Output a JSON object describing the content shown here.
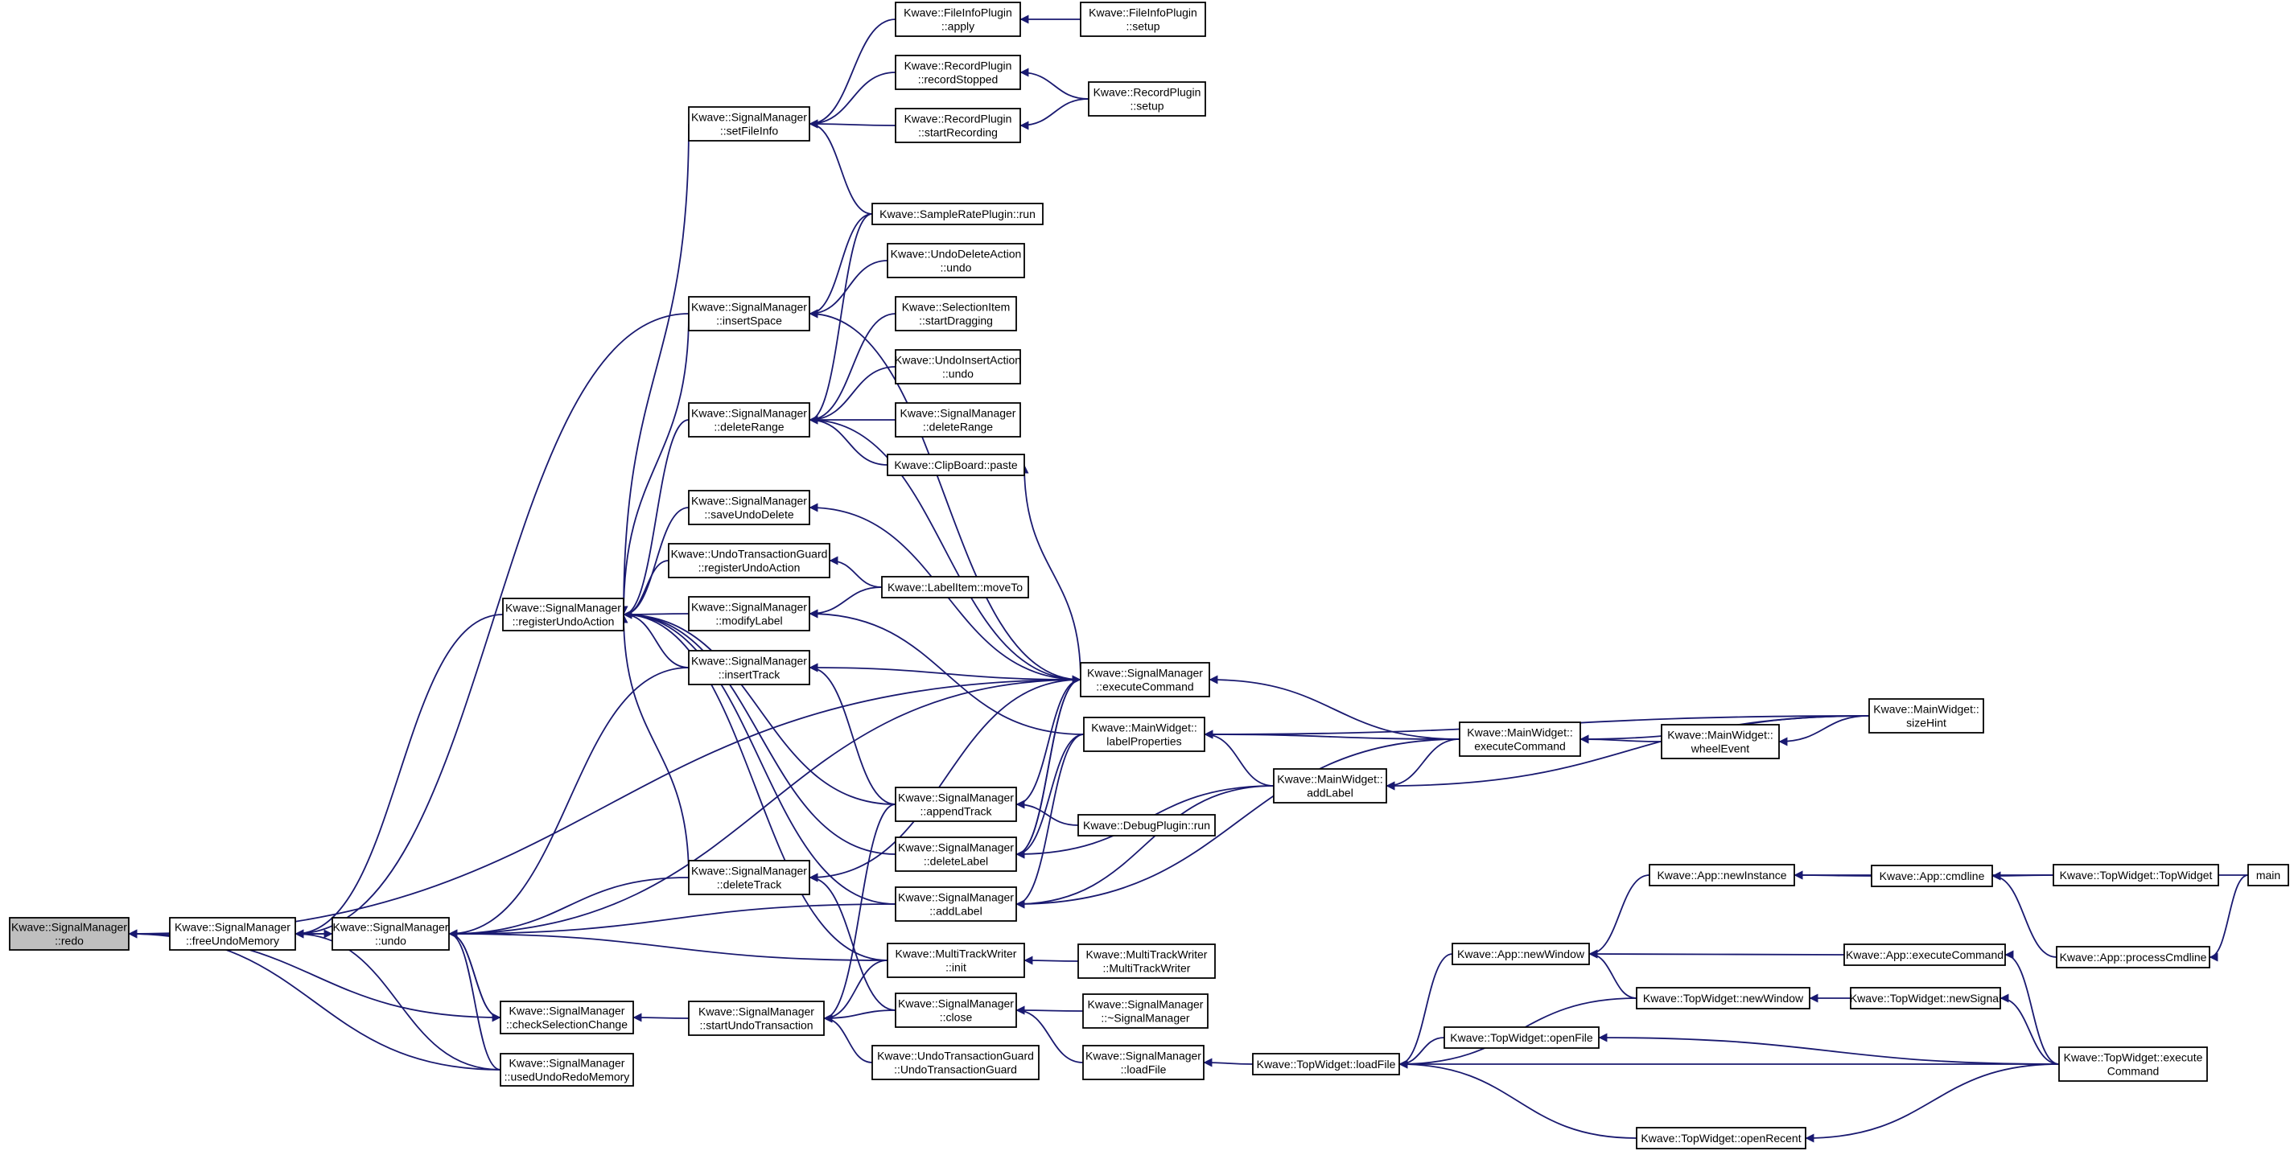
{
  "graph": {
    "root": "redo",
    "edge_color": "#191970",
    "root_fill": "#bfbfbf",
    "nodes": [
      {
        "id": "redo",
        "lines": [
          "Kwave::SignalManager",
          "::redo"
        ]
      },
      {
        "id": "freeUndoMemory",
        "lines": [
          "Kwave::SignalManager",
          "::freeUndoMemory"
        ]
      },
      {
        "id": "undo",
        "lines": [
          "Kwave::SignalManager",
          "::undo"
        ]
      },
      {
        "id": "registerUndoAction",
        "lines": [
          "Kwave::SignalManager",
          "::registerUndoAction"
        ]
      },
      {
        "id": "checkSelectionChange",
        "lines": [
          "Kwave::SignalManager",
          "::checkSelectionChange"
        ]
      },
      {
        "id": "usedUndoRedoMemory",
        "lines": [
          "Kwave::SignalManager",
          "::usedUndoRedoMemory"
        ]
      },
      {
        "id": "setFileInfo",
        "lines": [
          "Kwave::SignalManager",
          "::setFileInfo"
        ]
      },
      {
        "id": "insertSpace",
        "lines": [
          "Kwave::SignalManager",
          "::insertSpace"
        ]
      },
      {
        "id": "deleteRangeSM",
        "lines": [
          "Kwave::SignalManager",
          "::deleteRange"
        ]
      },
      {
        "id": "saveUndoDelete",
        "lines": [
          "Kwave::SignalManager",
          "::saveUndoDelete"
        ]
      },
      {
        "id": "utgRegister",
        "lines": [
          "Kwave::UndoTransactionGuard",
          "::registerUndoAction"
        ]
      },
      {
        "id": "modifyLabel",
        "lines": [
          "Kwave::SignalManager",
          "::modifyLabel"
        ]
      },
      {
        "id": "insertTrack",
        "lines": [
          "Kwave::SignalManager",
          "::insertTrack"
        ]
      },
      {
        "id": "deleteTrack",
        "lines": [
          "Kwave::SignalManager",
          "::deleteTrack"
        ]
      },
      {
        "id": "startUndoTransaction",
        "lines": [
          "Kwave::SignalManager",
          "::startUndoTransaction"
        ]
      },
      {
        "id": "fileInfoApply",
        "lines": [
          "Kwave::FileInfoPlugin",
          "::apply"
        ]
      },
      {
        "id": "recordStopped",
        "lines": [
          "Kwave::RecordPlugin",
          "::recordStopped"
        ]
      },
      {
        "id": "startRecording",
        "lines": [
          "Kwave::RecordPlugin",
          "::startRecording"
        ]
      },
      {
        "id": "sampleRateRun",
        "lines": [
          "Kwave::SampleRatePlugin::run"
        ]
      },
      {
        "id": "undoDeleteAction",
        "lines": [
          "Kwave::UndoDeleteAction",
          "::undo"
        ]
      },
      {
        "id": "startDragging",
        "lines": [
          "Kwave::SelectionItem",
          "::startDragging"
        ]
      },
      {
        "id": "undoInsertAction",
        "lines": [
          "Kwave::UndoInsertAction",
          "::undo"
        ]
      },
      {
        "id": "deleteRange2",
        "lines": [
          "Kwave::SignalManager",
          "::deleteRange"
        ]
      },
      {
        "id": "clipboardPaste",
        "lines": [
          "Kwave::ClipBoard::paste"
        ]
      },
      {
        "id": "labelItemMoveTo",
        "lines": [
          "Kwave::LabelItem::moveTo"
        ]
      },
      {
        "id": "executeCommandSM",
        "lines": [
          "Kwave::SignalManager",
          "::executeCommand"
        ]
      },
      {
        "id": "appendTrack",
        "lines": [
          "Kwave::SignalManager",
          "::appendTrack"
        ]
      },
      {
        "id": "deleteLabel",
        "lines": [
          "Kwave::SignalManager",
          "::deleteLabel"
        ]
      },
      {
        "id": "addLabelSM",
        "lines": [
          "Kwave::SignalManager",
          "::addLabel"
        ]
      },
      {
        "id": "mtwInit",
        "lines": [
          "Kwave::MultiTrackWriter",
          "::init"
        ]
      },
      {
        "id": "smClose",
        "lines": [
          "Kwave::SignalManager",
          "::close"
        ]
      },
      {
        "id": "utgCtor",
        "lines": [
          "Kwave::UndoTransactionGuard",
          "::UndoTransactionGuard"
        ]
      },
      {
        "id": "fileInfoSetup",
        "lines": [
          "Kwave::FileInfoPlugin",
          "::setup"
        ]
      },
      {
        "id": "recordSetup",
        "lines": [
          "Kwave::RecordPlugin",
          "::setup"
        ]
      },
      {
        "id": "labelProperties",
        "lines": [
          "Kwave::MainWidget::",
          "labelProperties"
        ]
      },
      {
        "id": "mwAddLabel",
        "lines": [
          "Kwave::MainWidget::",
          "addLabel"
        ]
      },
      {
        "id": "debugRun",
        "lines": [
          "Kwave::DebugPlugin::run"
        ]
      },
      {
        "id": "mtwCtor",
        "lines": [
          "Kwave::MultiTrackWriter",
          "::MultiTrackWriter"
        ]
      },
      {
        "id": "smDtor",
        "lines": [
          "Kwave::SignalManager",
          "::~SignalManager"
        ]
      },
      {
        "id": "smLoadFile",
        "lines": [
          "Kwave::SignalManager",
          "::loadFile"
        ]
      },
      {
        "id": "mwExecuteCommand",
        "lines": [
          "Kwave::MainWidget::",
          "executeCommand"
        ]
      },
      {
        "id": "wheelEvent",
        "lines": [
          "Kwave::MainWidget::",
          "wheelEvent"
        ]
      },
      {
        "id": "sizeHint",
        "lines": [
          "Kwave::MainWidget::",
          "sizeHint"
        ]
      },
      {
        "id": "twLoadFile",
        "lines": [
          "Kwave::TopWidget::loadFile"
        ]
      },
      {
        "id": "appNewWindow",
        "lines": [
          "Kwave::App::newWindow"
        ]
      },
      {
        "id": "appNewInstance",
        "lines": [
          "Kwave::App::newInstance"
        ]
      },
      {
        "id": "appCmdline",
        "lines": [
          "Kwave::App::cmdline"
        ]
      },
      {
        "id": "twTopWidget",
        "lines": [
          "Kwave::TopWidget::TopWidget"
        ]
      },
      {
        "id": "main",
        "lines": [
          "main"
        ]
      },
      {
        "id": "appExecuteCommand",
        "lines": [
          "Kwave::App::executeCommand"
        ]
      },
      {
        "id": "appProcessCmdline",
        "lines": [
          "Kwave::App::processCmdline"
        ]
      },
      {
        "id": "twNewWindow",
        "lines": [
          "Kwave::TopWidget::newWindow"
        ]
      },
      {
        "id": "twNewSignal",
        "lines": [
          "Kwave::TopWidget::newSignal"
        ]
      },
      {
        "id": "twOpenFile",
        "lines": [
          "Kwave::TopWidget::openFile"
        ]
      },
      {
        "id": "twExecuteCommand",
        "lines": [
          "Kwave::TopWidget::execute",
          "Command"
        ]
      },
      {
        "id": "twOpenRecent",
        "lines": [
          "Kwave::TopWidget::openRecent"
        ]
      }
    ],
    "edges": [
      [
        "freeUndoMemory",
        "redo"
      ],
      [
        "undo",
        "freeUndoMemory"
      ],
      [
        "registerUndoAction",
        "freeUndoMemory"
      ],
      [
        "insertSpace",
        "freeUndoMemory"
      ],
      [
        "checkSelectionChange",
        "redo"
      ],
      [
        "usedUndoRedoMemory",
        "redo"
      ],
      [
        "executeCommandSM",
        "redo"
      ],
      [
        "freeUndoMemory",
        "undo"
      ],
      [
        "checkSelectionChange",
        "undo"
      ],
      [
        "usedUndoRedoMemory",
        "undo"
      ],
      [
        "usedUndoRedoMemory",
        "freeUndoMemory"
      ],
      [
        "executeCommandSM",
        "undo"
      ],
      [
        "insertTrack",
        "undo"
      ],
      [
        "deleteTrack",
        "undo"
      ],
      [
        "addLabelSM",
        "undo"
      ],
      [
        "mtwInit",
        "undo"
      ],
      [
        "setFileInfo",
        "registerUndoAction"
      ],
      [
        "insertSpace",
        "registerUndoAction"
      ],
      [
        "deleteRangeSM",
        "registerUndoAction"
      ],
      [
        "saveUndoDelete",
        "registerUndoAction"
      ],
      [
        "utgRegister",
        "registerUndoAction"
      ],
      [
        "modifyLabel",
        "registerUndoAction"
      ],
      [
        "insertTrack",
        "registerUndoAction"
      ],
      [
        "deleteTrack",
        "registerUndoAction"
      ],
      [
        "appendTrack",
        "registerUndoAction"
      ],
      [
        "deleteLabel",
        "registerUndoAction"
      ],
      [
        "addLabelSM",
        "registerUndoAction"
      ],
      [
        "mtwInit",
        "registerUndoAction"
      ],
      [
        "undo",
        "checkSelectionChange"
      ],
      [
        "startUndoTransaction",
        "checkSelectionChange"
      ],
      [
        "fileInfoApply",
        "setFileInfo"
      ],
      [
        "recordStopped",
        "setFileInfo"
      ],
      [
        "startRecording",
        "setFileInfo"
      ],
      [
        "sampleRateRun",
        "setFileInfo"
      ],
      [
        "fileInfoSetup",
        "fileInfoApply"
      ],
      [
        "recordSetup",
        "recordStopped"
      ],
      [
        "recordSetup",
        "startRecording"
      ],
      [
        "sampleRateRun",
        "insertSpace"
      ],
      [
        "undoDeleteAction",
        "insertSpace"
      ],
      [
        "executeCommandSM",
        "insertSpace"
      ],
      [
        "sampleRateRun",
        "deleteRangeSM"
      ],
      [
        "startDragging",
        "deleteRangeSM"
      ],
      [
        "undoInsertAction",
        "deleteRangeSM"
      ],
      [
        "deleteRange2",
        "deleteRangeSM"
      ],
      [
        "clipboardPaste",
        "deleteRangeSM"
      ],
      [
        "executeCommandSM",
        "deleteRangeSM"
      ],
      [
        "executeCommandSM",
        "clipboardPaste"
      ],
      [
        "executeCommandSM",
        "saveUndoDelete"
      ],
      [
        "labelItemMoveTo",
        "utgRegister"
      ],
      [
        "labelItemMoveTo",
        "modifyLabel"
      ],
      [
        "labelProperties",
        "modifyLabel"
      ],
      [
        "executeCommandSM",
        "insertTrack"
      ],
      [
        "appendTrack",
        "insertTrack"
      ],
      [
        "smClose",
        "deleteTrack"
      ],
      [
        "executeCommandSM",
        "deleteTrack"
      ],
      [
        "mwExecuteCommand",
        "executeCommandSM"
      ],
      [
        "appendTrack",
        "executeCommandSM"
      ],
      [
        "deleteLabel",
        "executeCommandSM"
      ],
      [
        "debugRun",
        "appendTrack"
      ],
      [
        "labelProperties",
        "deleteLabel"
      ],
      [
        "mwAddLabel",
        "deleteLabel"
      ],
      [
        "executeCommandSM",
        "deleteLabel"
      ],
      [
        "mwAddLabel",
        "addLabelSM"
      ],
      [
        "mwExecuteCommand",
        "addLabelSM"
      ],
      [
        "labelProperties",
        "addLabelSM"
      ],
      [
        "appendTrack",
        "startUndoTransaction"
      ],
      [
        "mtwInit",
        "startUndoTransaction"
      ],
      [
        "smClose",
        "startUndoTransaction"
      ],
      [
        "utgCtor",
        "startUndoTransaction"
      ],
      [
        "mtwCtor",
        "mtwInit"
      ],
      [
        "smDtor",
        "smClose"
      ],
      [
        "smLoadFile",
        "smClose"
      ],
      [
        "twLoadFile",
        "smLoadFile"
      ],
      [
        "mwExecuteCommand",
        "labelProperties"
      ],
      [
        "mwAddLabel",
        "labelProperties"
      ],
      [
        "sizeHint",
        "labelProperties"
      ],
      [
        "mwExecuteCommand",
        "mwAddLabel"
      ],
      [
        "sizeHint",
        "mwAddLabel"
      ],
      [
        "wheelEvent",
        "mwExecuteCommand"
      ],
      [
        "sizeHint",
        "mwExecuteCommand"
      ],
      [
        "sizeHint",
        "wheelEvent"
      ],
      [
        "appNewWindow",
        "twLoadFile"
      ],
      [
        "twNewWindow",
        "twLoadFile"
      ],
      [
        "twOpenFile",
        "twLoadFile"
      ],
      [
        "twExecuteCommand",
        "twLoadFile"
      ],
      [
        "twOpenRecent",
        "twLoadFile"
      ],
      [
        "appNewInstance",
        "appNewWindow"
      ],
      [
        "appExecuteCommand",
        "appNewWindow"
      ],
      [
        "twNewWindow",
        "appNewWindow"
      ],
      [
        "appCmdline",
        "appNewInstance"
      ],
      [
        "main",
        "appNewInstance"
      ],
      [
        "twTopWidget",
        "appCmdline"
      ],
      [
        "appProcessCmdline",
        "appCmdline"
      ],
      [
        "main",
        "appProcessCmdline"
      ],
      [
        "twExecuteCommand",
        "appExecuteCommand"
      ],
      [
        "twNewSignal",
        "twNewWindow"
      ],
      [
        "twExecuteCommand",
        "twNewSignal"
      ],
      [
        "twExecuteCommand",
        "twOpenFile"
      ],
      [
        "twExecuteCommand",
        "twOpenRecent"
      ]
    ]
  }
}
